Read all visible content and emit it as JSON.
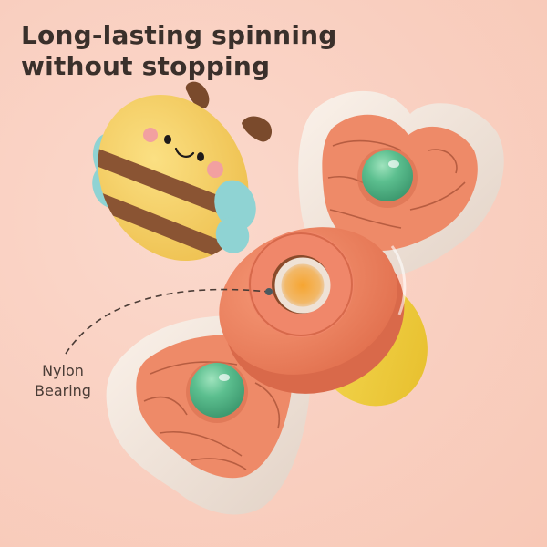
{
  "headline": {
    "line1": "Long-lasting spinning",
    "line2": "without stopping"
  },
  "callout": {
    "line1": "Nylon",
    "line2": "Bearing"
  },
  "product": {
    "name": "bee suction-cup spinner toy",
    "parts": [
      "bee-figure",
      "spinner-wing-top",
      "spinner-wing-bottom",
      "center-hub",
      "nylon-bearing",
      "suction-cup"
    ]
  },
  "colors": {
    "background": "#f9cfc0",
    "headline_text": "#3a302b",
    "wing_frame": "#f3e6dc",
    "wing_inner": "#ee8a68",
    "ball_green": "#5cbf8f",
    "hub": "#ef8664",
    "suction_cup": "#f2cf3a",
    "bee_body": "#f5d36a",
    "bee_stripe": "#8a5433",
    "bee_wing": "#8fd3d3",
    "cheek": "#f2a0a0"
  }
}
